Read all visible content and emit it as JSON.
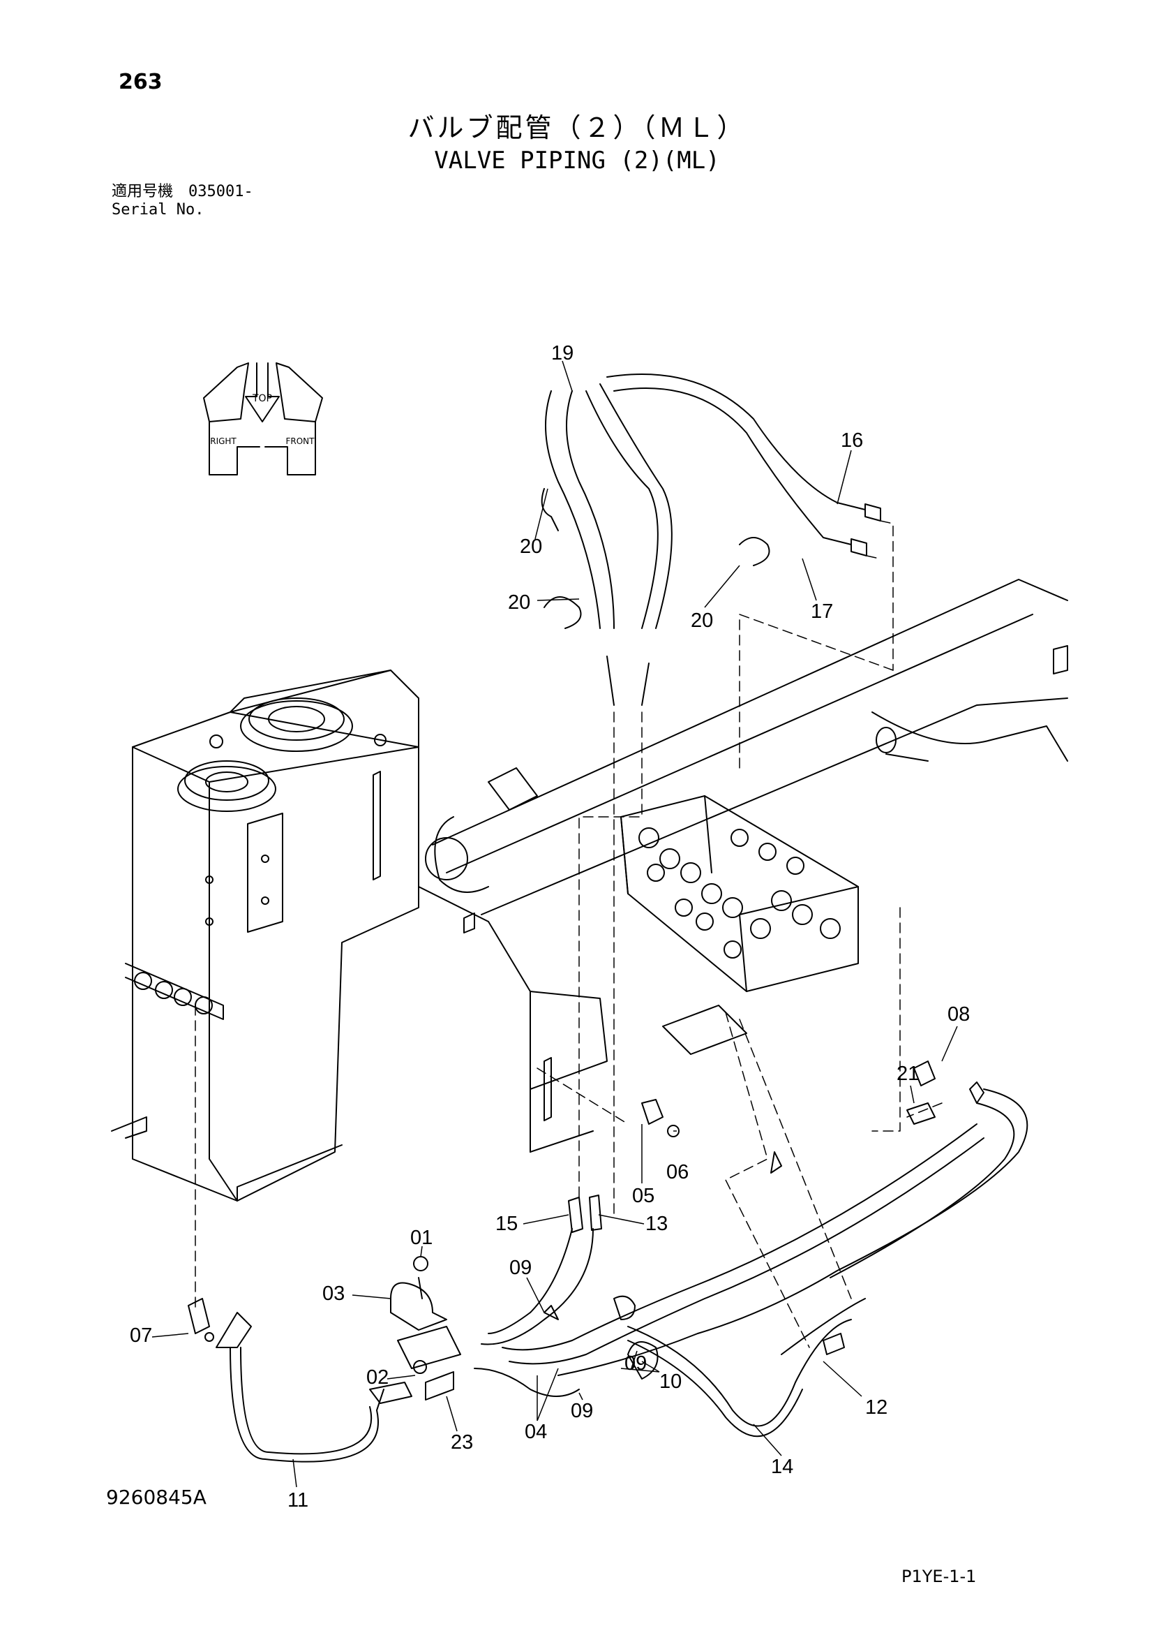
{
  "page": {
    "number": "263",
    "title_jp": "バルブ配管（２）（ＭＬ）",
    "title_en": "VALVE PIPING (2)(ML)",
    "serial_label_jp": "適用号機",
    "serial_value": "035001-",
    "serial_label_en": "Serial No.",
    "drawing_number": "9260845A",
    "page_code": "P1YE-1-1"
  },
  "orientation": {
    "top": "TOP",
    "right": "RIGHT",
    "front": "FRONT"
  },
  "callouts": [
    {
      "id": "c19",
      "label": "19"
    },
    {
      "id": "c16",
      "label": "16"
    },
    {
      "id": "c20a",
      "label": "20"
    },
    {
      "id": "c20b",
      "label": "20"
    },
    {
      "id": "c20c",
      "label": "20"
    },
    {
      "id": "c17",
      "label": "17"
    },
    {
      "id": "c08",
      "label": "08"
    },
    {
      "id": "c21",
      "label": "21"
    },
    {
      "id": "c06",
      "label": "06"
    },
    {
      "id": "c05",
      "label": "05"
    },
    {
      "id": "c15",
      "label": "15"
    },
    {
      "id": "c13",
      "label": "13"
    },
    {
      "id": "c01",
      "label": "01"
    },
    {
      "id": "c09a",
      "label": "09"
    },
    {
      "id": "c03",
      "label": "03"
    },
    {
      "id": "c07",
      "label": "07"
    },
    {
      "id": "c02",
      "label": "02"
    },
    {
      "id": "c09b",
      "label": "09"
    },
    {
      "id": "c10",
      "label": "10"
    },
    {
      "id": "c09c",
      "label": "09"
    },
    {
      "id": "c04",
      "label": "04"
    },
    {
      "id": "c23",
      "label": "23"
    },
    {
      "id": "c12",
      "label": "12"
    },
    {
      "id": "c14",
      "label": "14"
    },
    {
      "id": "c11",
      "label": "11"
    }
  ]
}
